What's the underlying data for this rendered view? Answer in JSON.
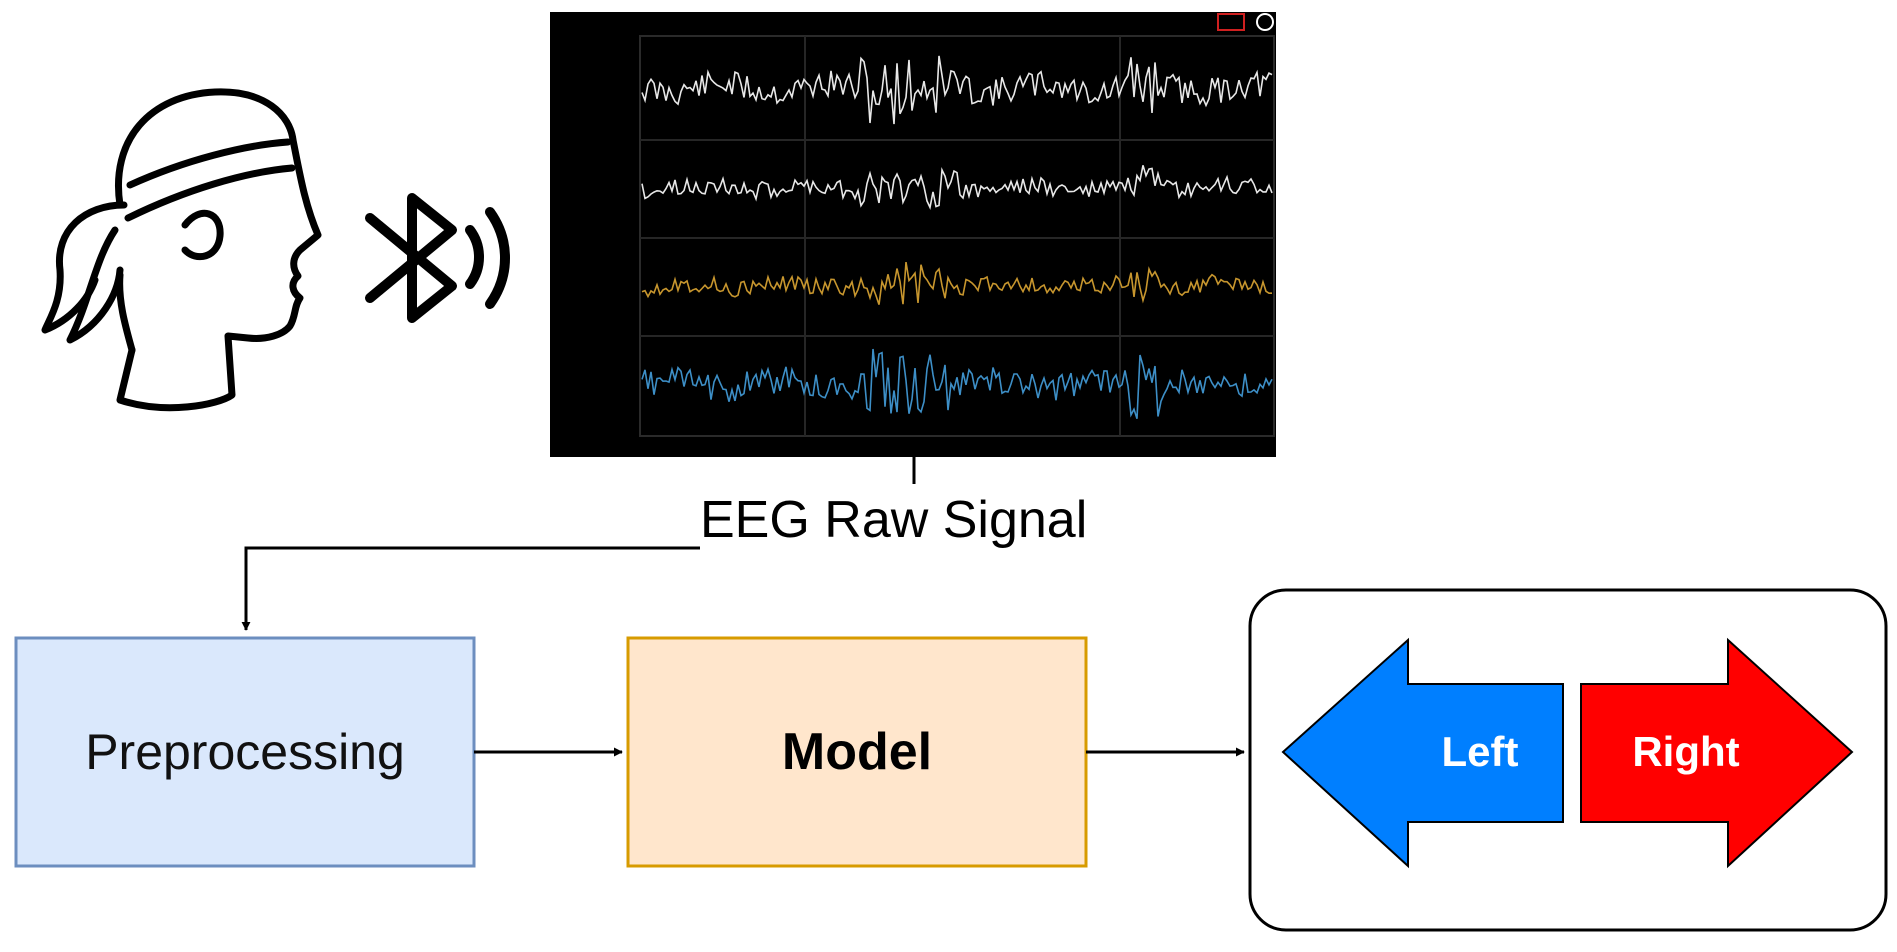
{
  "signal_label": "EEG Raw Signal",
  "boxes": {
    "preprocessing": "Preprocessing",
    "model": "Model"
  },
  "output": {
    "left": "Left",
    "right": "Right"
  },
  "colors": {
    "preprocessing_fill": "#dae8fc",
    "preprocessing_stroke": "#6c8ebf",
    "model_fill": "#ffe6cc",
    "model_stroke": "#d79b00",
    "left_arrow": "#007fff",
    "right_arrow": "#ff0000",
    "eeg_bg": "#000000",
    "eeg_trace_1": "#e8e8e8",
    "eeg_trace_2": "#e8e8e8",
    "eeg_trace_3": "#c7962e",
    "eeg_trace_4": "#3d8fc7"
  },
  "icons": [
    "head-with-headband-icon",
    "bluetooth-icon"
  ]
}
